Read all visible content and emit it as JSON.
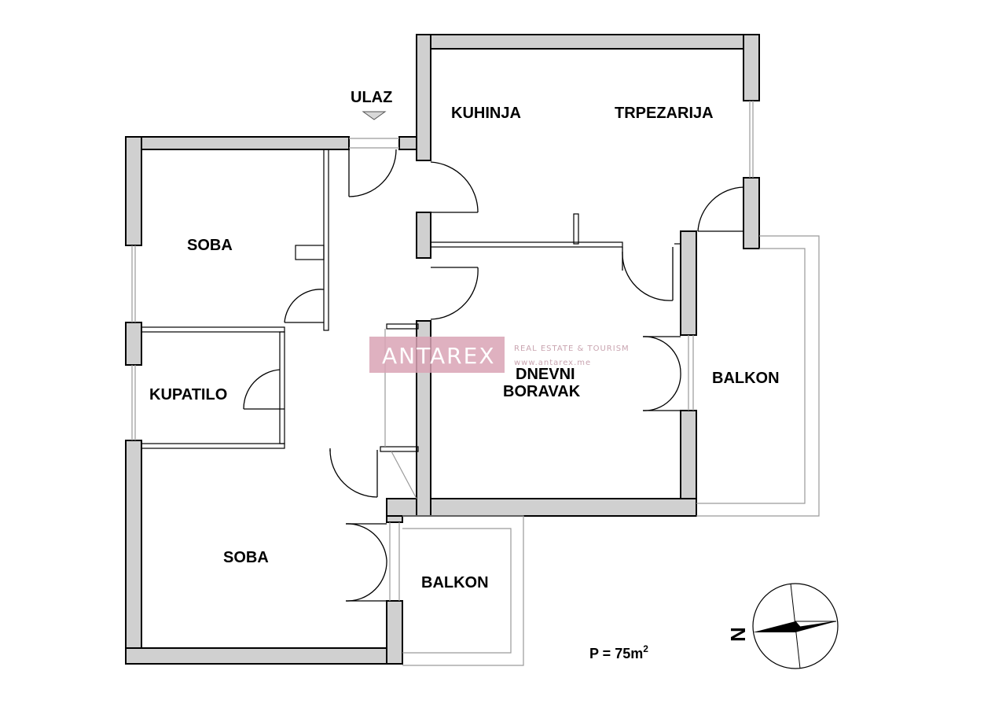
{
  "rooms": {
    "entrance": "ULAZ",
    "kitchen": "KUHINJA",
    "dining": "TRPEZARIJA",
    "bedroom_top": "SOBA",
    "bathroom": "KUPATILO",
    "living_line1": "DNEVNI",
    "living_line2": "BORAVAK",
    "balcony_right": "BALKON",
    "bedroom_bottom": "SOBA",
    "balcony_bottom": "BALKON"
  },
  "area": {
    "label": "P = 75m",
    "superscript": "2"
  },
  "watermark": {
    "brand": "ANTAREX",
    "tagline": "REAL ESTATE & TOURISM",
    "url": "www.antarex.me",
    "brand_color": "#d9a3b5"
  },
  "compass": {
    "north_label": "N"
  }
}
